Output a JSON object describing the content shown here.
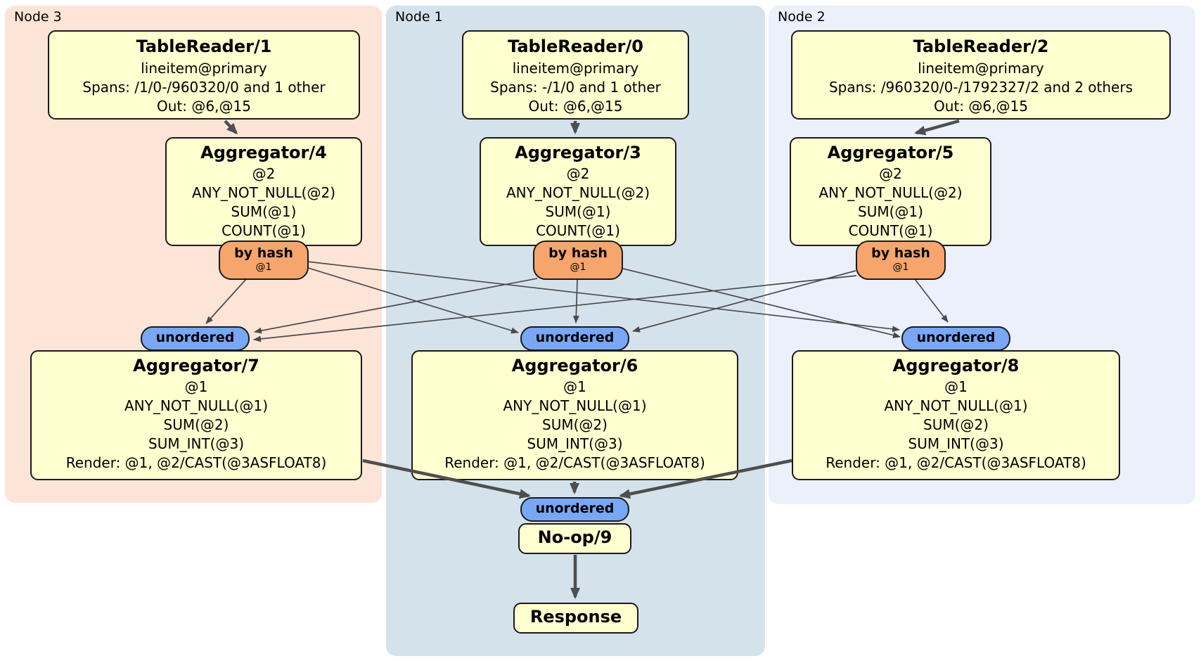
{
  "diagram": {
    "hosts": [
      {
        "label": "Node 3",
        "table_reader": {
          "title": "TableReader/1",
          "lines": [
            "lineitem@primary",
            "Spans: /1/0-/960320/0 and 1 other",
            "Out: @6,@15"
          ]
        },
        "pre_aggregator": {
          "title": "Aggregator/4",
          "lines": [
            "@2",
            "ANY_NOT_NULL(@2)",
            "SUM(@1)",
            "COUNT(@1)"
          ]
        },
        "hash_router": {
          "label": "by hash",
          "detail": "@1"
        },
        "input_sync": {
          "label": "unordered"
        },
        "final_aggregator": {
          "title": "Aggregator/7",
          "lines": [
            "@1",
            "ANY_NOT_NULL(@1)",
            "SUM(@2)",
            "SUM_INT(@3)",
            "Render: @1, @2/CAST(@3ASFLOAT8)"
          ]
        }
      },
      {
        "label": "Node 1",
        "table_reader": {
          "title": "TableReader/0",
          "lines": [
            "lineitem@primary",
            "Spans: -/1/0 and 1 other",
            "Out: @6,@15"
          ]
        },
        "pre_aggregator": {
          "title": "Aggregator/3",
          "lines": [
            "@2",
            "ANY_NOT_NULL(@2)",
            "SUM(@1)",
            "COUNT(@1)"
          ]
        },
        "hash_router": {
          "label": "by hash",
          "detail": "@1"
        },
        "input_sync": {
          "label": "unordered"
        },
        "final_aggregator": {
          "title": "Aggregator/6",
          "lines": [
            "@1",
            "ANY_NOT_NULL(@1)",
            "SUM(@2)",
            "SUM_INT(@3)",
            "Render: @1, @2/CAST(@3ASFLOAT8)"
          ]
        },
        "merge_sync": {
          "label": "unordered"
        },
        "noop": {
          "title": "No-op/9"
        },
        "response": {
          "title": "Response"
        }
      },
      {
        "label": "Node 2",
        "table_reader": {
          "title": "TableReader/2",
          "lines": [
            "lineitem@primary",
            "Spans: /960320/0-/1792327/2 and 2 others",
            "Out: @6,@15"
          ]
        },
        "pre_aggregator": {
          "title": "Aggregator/5",
          "lines": [
            "@2",
            "ANY_NOT_NULL(@2)",
            "SUM(@1)",
            "COUNT(@1)"
          ]
        },
        "hash_router": {
          "label": "by hash",
          "detail": "@1"
        },
        "input_sync": {
          "label": "unordered"
        },
        "final_aggregator": {
          "title": "Aggregator/8",
          "lines": [
            "@1",
            "ANY_NOT_NULL(@1)",
            "SUM(@2)",
            "SUM_INT(@3)",
            "Render: @1, @2/CAST(@3ASFLOAT8)"
          ]
        }
      }
    ],
    "colors": {
      "node3_bg": "#fce4d7",
      "node1_bg": "#d4e2ec",
      "node2_bg": "#ebf0fb",
      "processor_bg": "#ffffd0",
      "router_bg": "#f6a56c",
      "sync_bg": "#79a7f4",
      "edge": "#4e4e4e"
    }
  }
}
